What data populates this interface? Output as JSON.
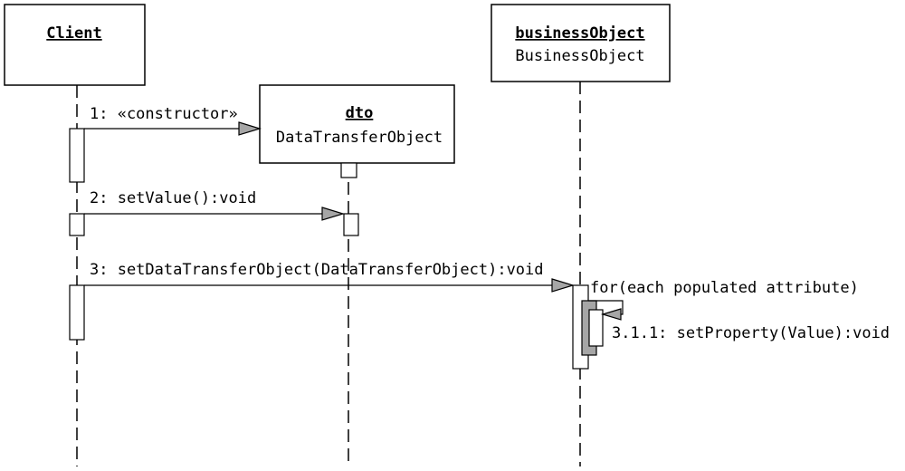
{
  "lifelines": {
    "client": {
      "name": "Client",
      "type": ""
    },
    "dto": {
      "name": "dto",
      "type": "DataTransferObject"
    },
    "business": {
      "name": "businessObject",
      "type": "BusinessObject"
    }
  },
  "messages": [
    {
      "label": "1: «constructor»"
    },
    {
      "label": "2: setValue():void"
    },
    {
      "label": "3: setDataTransferObject(DataTransferObject):void"
    },
    {
      "label": "3.1.1: setProperty(Value):void"
    }
  ],
  "fragment": {
    "label": "for(each populated attribute)"
  },
  "colors": {
    "arrowhead_fill": "#a6a6a6",
    "nested_activation_fill": "#a6a6a6",
    "line": "#000000",
    "background": "#ffffff"
  }
}
